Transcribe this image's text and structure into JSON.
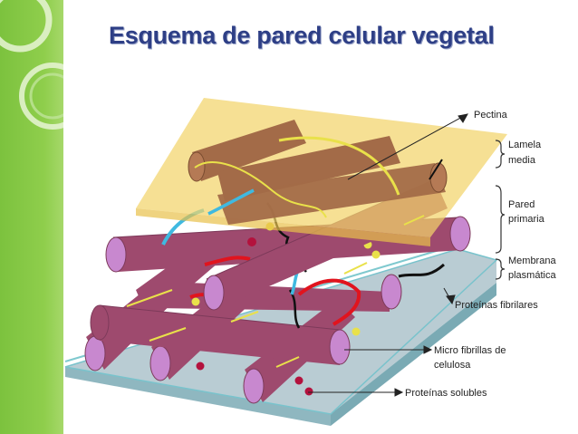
{
  "slide": {
    "title": "Esquema de pared celular vegetal"
  },
  "diagram": {
    "labels": {
      "pectina": "Pectina",
      "lamela_l1": "Lamela",
      "lamela_l2": "media",
      "pared_l1": "Pared",
      "pared_l2": "primaria",
      "membrana_l1": "Membrana",
      "membrana_l2": "plasmática",
      "proteinas_fibrilares": "Proteínas fibrilares",
      "microfibrillas_l1": "Micro fibrillas de",
      "microfibrillas_l2": "celulosa",
      "proteinas_solubles": "Proteínas solubles"
    },
    "icons": [
      "sidebar-ring-icon",
      "arrow-icon",
      "brace-icon"
    ],
    "colors": {
      "sidebar_green": "#8fce4c",
      "title_blue": "#2e3f86",
      "pectin_layer": "#f2d46b",
      "fibril_body": "#9e4a6e",
      "fibril_end": "#c888cf",
      "membrane": "#c6d7dc",
      "membrane_edge": "#7fc9cf",
      "pectin_rod": "#a36b48",
      "protein_red": "#e1141e",
      "protein_blue": "#3fb9e0",
      "protein_yellow": "#e9e14a",
      "soluble_protein": "#b3123d"
    }
  }
}
